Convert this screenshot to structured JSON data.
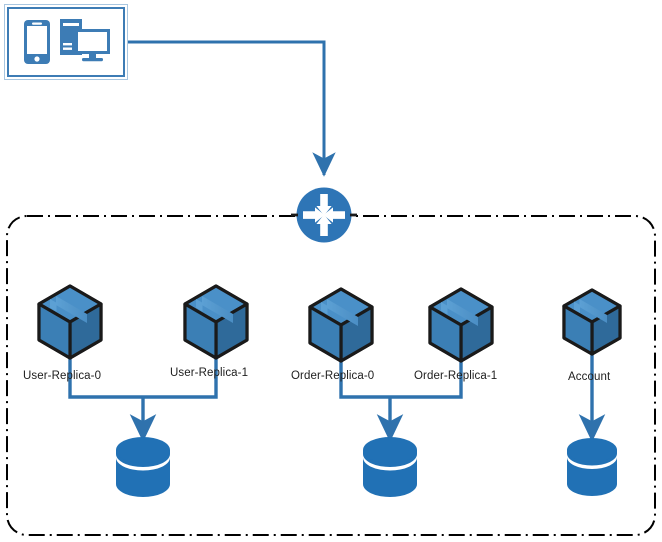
{
  "diagram": {
    "title": "Microservice Replicas and Databases Architecture",
    "background_color": "#ffffff",
    "colors": {
      "connector_blue": "#2f72ad",
      "router_blue": "#2e75b6",
      "database_blue": "#2171b5",
      "cube_top": "#4a90c8",
      "cube_left": "#3b7fb5",
      "cube_right": "#2f6a9a",
      "cube_outline": "#1a1a1a",
      "client_border_outer": "#a8c6e0",
      "client_border_inner": "#3d7cb5",
      "boundary_dashdot": "#000000",
      "label_text": "#202020"
    }
  },
  "client": {
    "name": "client-devices",
    "icons": [
      "mobile-phone-icon",
      "desktop-computer-icon"
    ]
  },
  "router": {
    "name": "router",
    "icon": "router-icon",
    "arrows": [
      "arrow-down",
      "arrow-up",
      "arrow-left",
      "arrow-right"
    ]
  },
  "boundary": {
    "name": "service-boundary",
    "style": "dash-dot"
  },
  "services": [
    {
      "group": "user",
      "replicas": [
        {
          "label": "User-Replica-0",
          "icon": "service-cube-icon"
        },
        {
          "label": "User-Replica-1",
          "icon": "service-cube-icon"
        }
      ],
      "database": {
        "name": "user-database",
        "icon": "database-cylinder-icon"
      }
    },
    {
      "group": "order",
      "replicas": [
        {
          "label": "Order-Replica-0",
          "icon": "service-cube-icon"
        },
        {
          "label": "Order-Replica-1",
          "icon": "service-cube-icon"
        }
      ],
      "database": {
        "name": "order-database",
        "icon": "database-cylinder-icon"
      }
    },
    {
      "group": "account",
      "replicas": [
        {
          "label": "Account",
          "icon": "service-cube-icon"
        }
      ],
      "database": {
        "name": "account-database",
        "icon": "database-cylinder-icon"
      }
    }
  ]
}
